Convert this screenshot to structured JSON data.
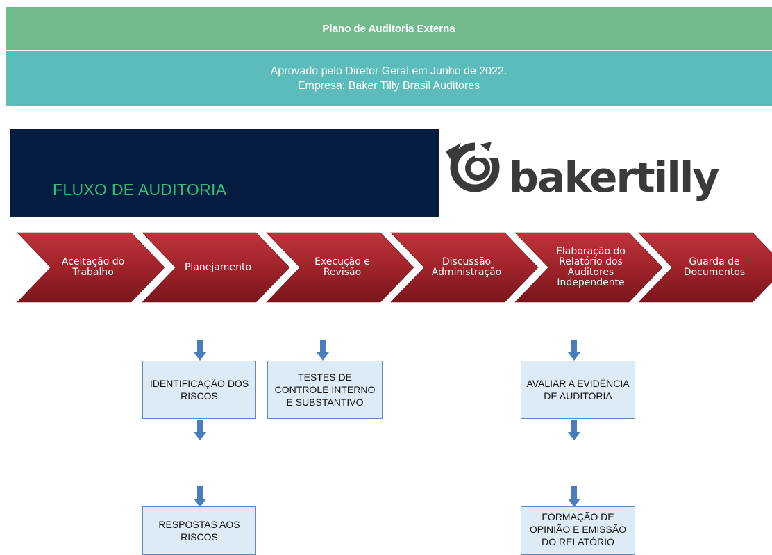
{
  "header": {
    "title": "Plano de Auditoria Externa",
    "subtitle_line1": "Aprovado pelo Diretor Geral em Junho de 2022.",
    "subtitle_line2": "Empresa: Baker Tilly  Brasil Auditores"
  },
  "banner": {
    "title": "FLUXO DE AUDITORIA"
  },
  "logo": {
    "wordmark": "bakertilly"
  },
  "colors": {
    "title_bar": "#72b98e",
    "subtitle_bar": "#5cbcbc",
    "banner": "#051d42",
    "banner_text": "#2fbf73",
    "chevron": "#a0232b",
    "box_fill": "#dcebf5",
    "box_border": "#5b8dbc",
    "arrow": "#4a7ebb"
  },
  "flow_steps": [
    {
      "label": "Aceitação do Trabalho"
    },
    {
      "label": "Planejamento"
    },
    {
      "label": "Execução e Revisão"
    },
    {
      "label": "Discussão Administração"
    },
    {
      "label": "Elaboração do Relatório dos Auditores Independente"
    },
    {
      "label": "Guarda de Documentos"
    }
  ],
  "boxes": [
    {
      "label": "IDENTIFICAÇÃO DOS RISCOS"
    },
    {
      "label": "TESTES DE CONTROLE INTERNO E SUBSTANTIVO"
    },
    {
      "label": "AVALIAR A EVIDÊNCIA DE AUDITORIA"
    },
    {
      "label": "RESPOSTAS AOS RISCOS"
    },
    {
      "label": "FORMAÇÃO DE OPINIÃO E EMISSÃO DO RELATÓRIO"
    }
  ]
}
